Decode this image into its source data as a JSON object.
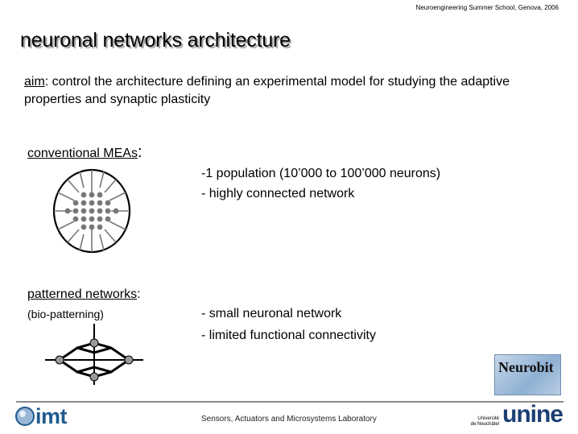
{
  "header": {
    "event": "Neuroengineering Summer School, Genova, 2006"
  },
  "title": "neuronal networks architecture",
  "aim": {
    "label": "aim",
    "text": ": control the architecture defining an experimental model for studying the adaptive properties and synaptic plasticity"
  },
  "conventional": {
    "label": "conventional MEAs",
    "colon": ":",
    "bullets": [
      "-1 population (10’000 to 100’000 neurons)",
      "- highly connected network"
    ]
  },
  "patterned": {
    "label": "patterned networks",
    "colon": ":",
    "sublabel": "(bio-patterning)",
    "bullets": [
      "- small neuronal network",
      "- limited functional connectivity"
    ]
  },
  "footer": {
    "lab": "Sensors, Actuators and Microsystems Laboratory",
    "imt_logo": "imt",
    "neurobit_logo": "Neurobit",
    "unine_small": [
      "Université",
      "de Neuchâtel"
    ],
    "unine_logo": "unine"
  }
}
